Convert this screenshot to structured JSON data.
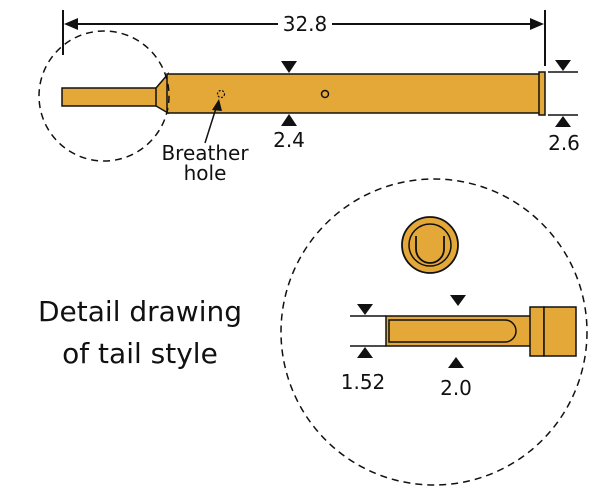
{
  "colors": {
    "gold": "#E3A838",
    "gold_dark": "#B98318",
    "outline": "#111111",
    "background": "#FFFFFF"
  },
  "dimensions": {
    "overall_length": "32.8",
    "body_diameter": "2.4",
    "head_diameter": "2.6",
    "tail_thickness": "1.52",
    "tail_body_diameter": "2.0"
  },
  "labels": {
    "breather_line1": "Breather",
    "breather_line2": "hole",
    "detail_line1": "Detail drawing",
    "detail_line2": "of tail style"
  }
}
